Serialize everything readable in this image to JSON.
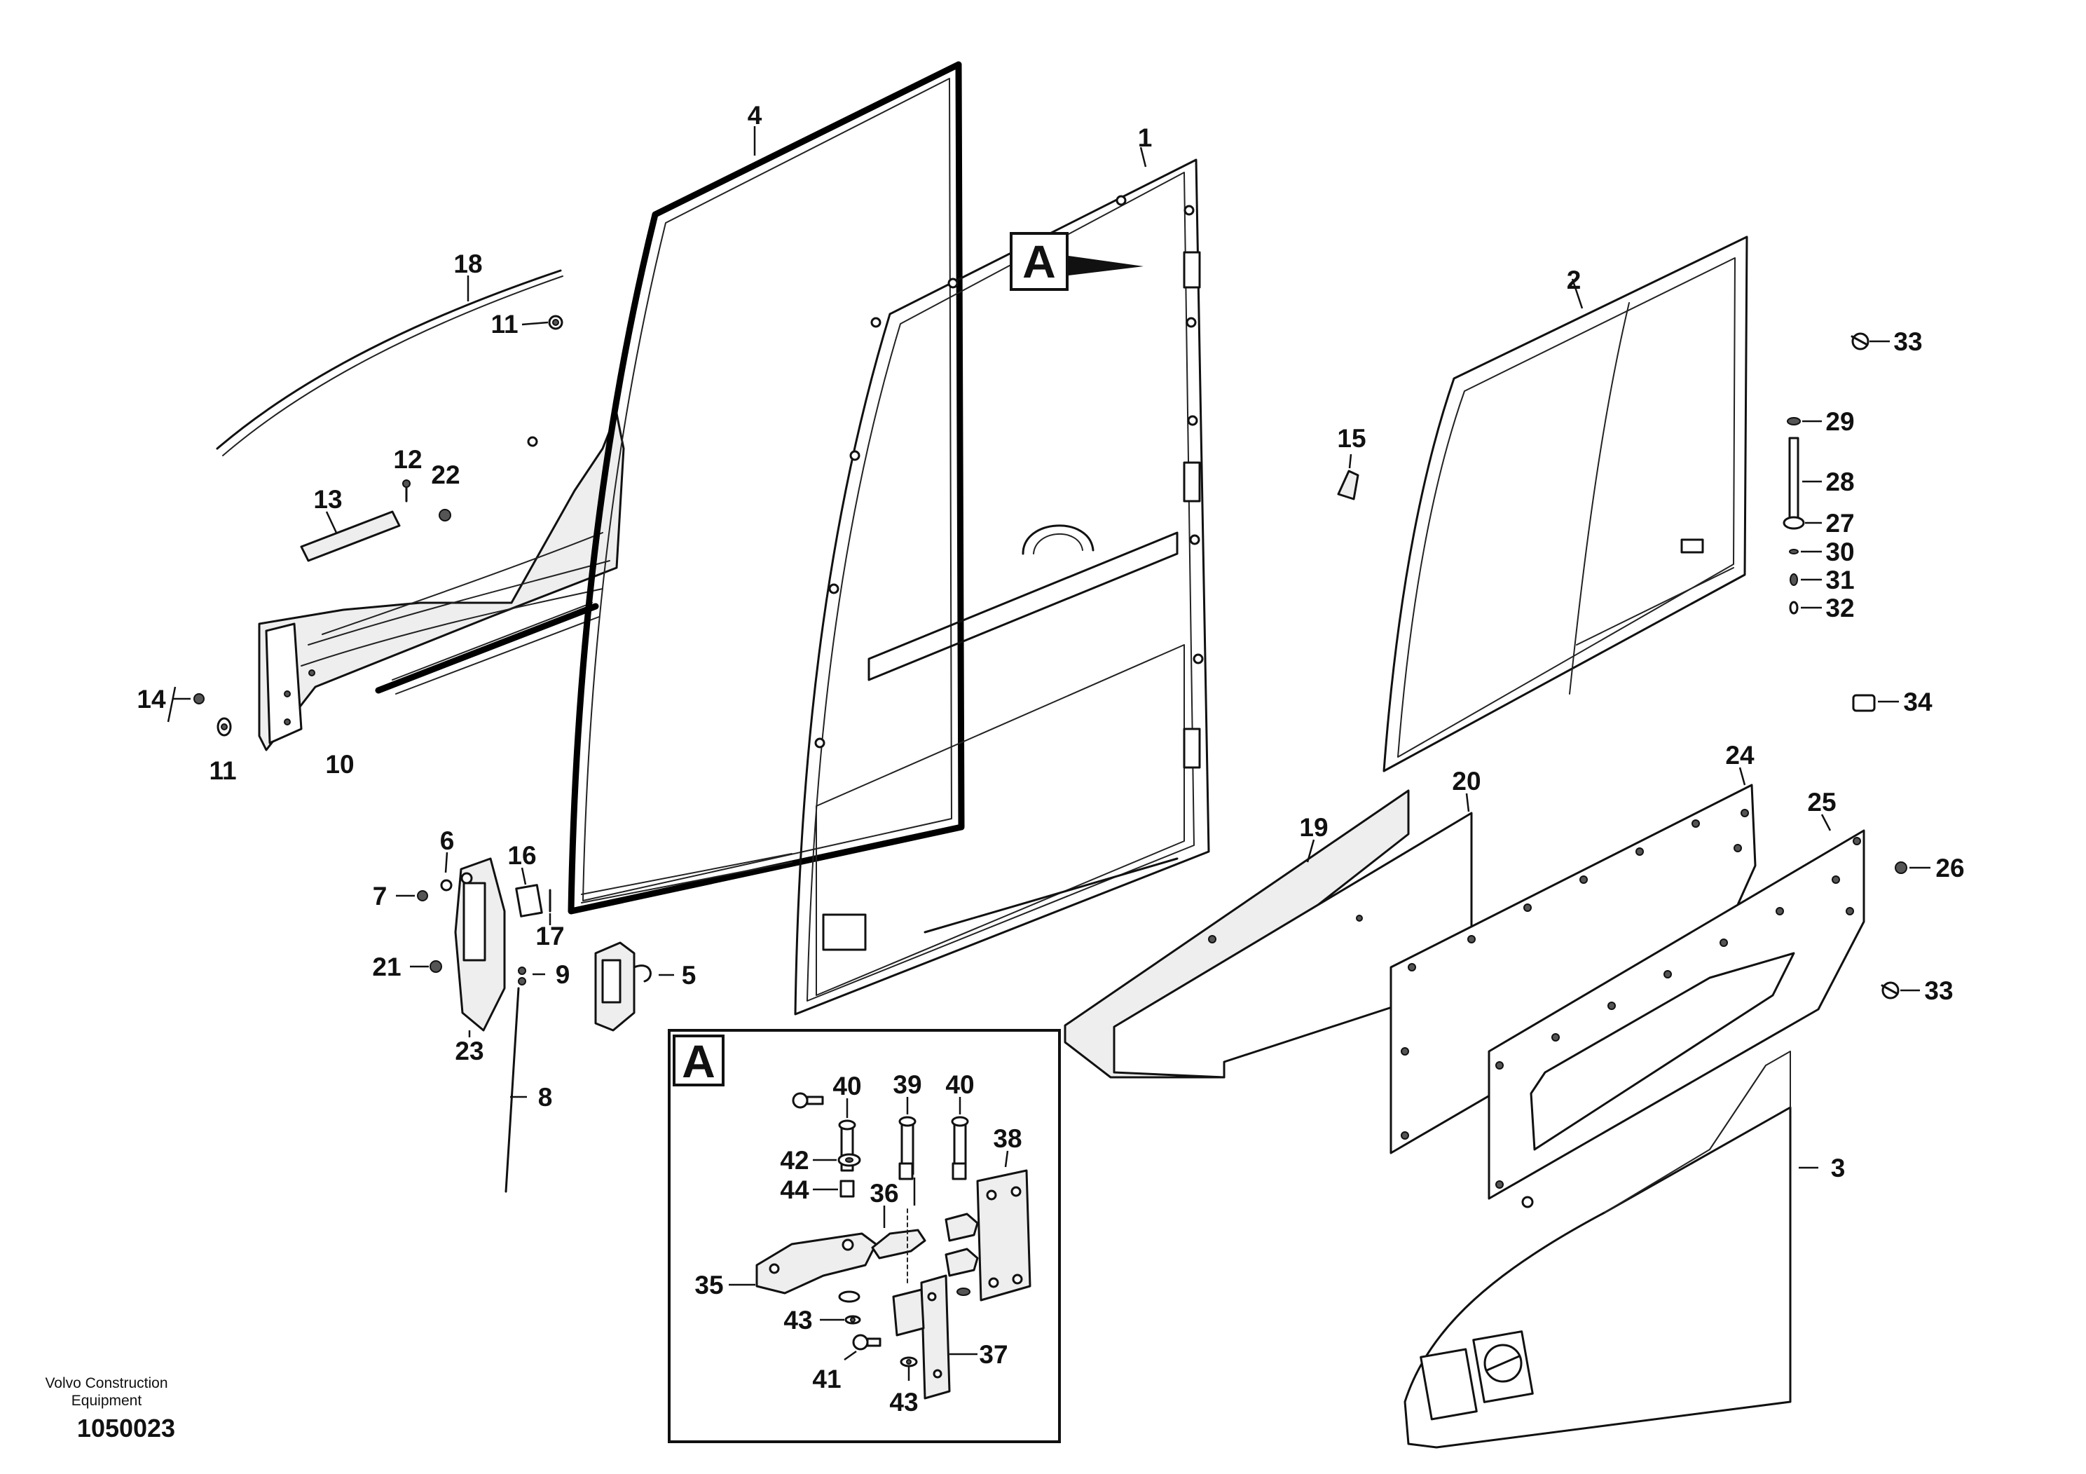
{
  "diagram": {
    "detail_label": "A",
    "inset_label": "A",
    "part_numbers": {
      "p1": "1",
      "p2": "2",
      "p3": "3",
      "p4": "4",
      "p5": "5",
      "p6": "6",
      "p7": "7",
      "p8": "8",
      "p9": "9",
      "p10": "10",
      "p11a": "11",
      "p11b": "11",
      "p12": "12",
      "p13": "13",
      "p14": "14",
      "p15": "15",
      "p16": "16",
      "p17": "17",
      "p18": "18",
      "p19": "19",
      "p20": "20",
      "p21": "21",
      "p22": "22",
      "p23": "23",
      "p24": "24",
      "p25": "25",
      "p26": "26",
      "p27": "27",
      "p28": "28",
      "p29": "29",
      "p30": "30",
      "p31": "31",
      "p32": "32",
      "p33a": "33",
      "p33b": "33",
      "p34": "34",
      "p35": "35",
      "p36": "36",
      "p37": "37",
      "p38": "38",
      "p39": "39",
      "p40a": "40",
      "p40b": "40",
      "p41": "41",
      "p42": "42",
      "p43a": "43",
      "p43b": "43",
      "p44": "44"
    },
    "manufacturer_line1": "Volvo Construction",
    "manufacturer_line2": "Equipment",
    "drawing_number": "1050023"
  }
}
